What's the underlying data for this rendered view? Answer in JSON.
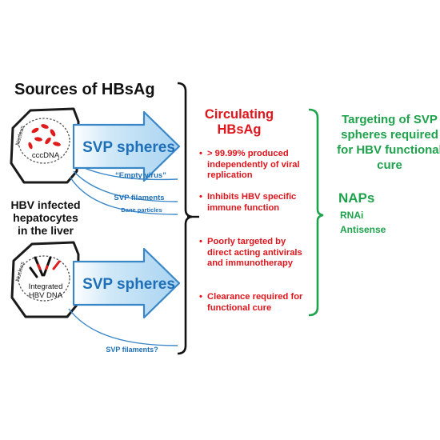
{
  "title": "Sources of HBsAg",
  "cells": {
    "top": {
      "nucleus_label": "Nucleus",
      "dna_label": "cccDNA"
    },
    "bottom": {
      "nucleus_label": "Nucleus",
      "dna_line1": "Integrated",
      "dna_line2": "HBV DNA"
    }
  },
  "arrows": {
    "top_label": "SVP spheres",
    "bottom_label": "SVP spheres"
  },
  "branches": {
    "empty_virus": "“Empty virus”",
    "svp_filaments": "SVP filaments",
    "dane_particles": "Dane particles",
    "svp_filaments_q": "SVP filaments?"
  },
  "hbv_infected": "HBV infected hepatocytes in the liver",
  "circulating": {
    "heading": "Circulating HBsAg",
    "bullets": [
      "> 99.99% produced independently of viral replication",
      "Inhibits HBV specific immune function",
      "Poorly targeted by direct acting antivirals and immunotherapy",
      "Clearance required for functional cure"
    ]
  },
  "targeting": {
    "heading": "Targeting of SVP spheres required for HBV functional cure",
    "naps": "NAPs",
    "items": [
      "RNAi",
      "Antisense"
    ]
  },
  "colors": {
    "red": "#e0141b",
    "green": "#1ea24b",
    "blue_text": "#1d6fb8",
    "arrow_fill": "#cfe8f8",
    "arrow_stroke": "#3a87c8"
  }
}
